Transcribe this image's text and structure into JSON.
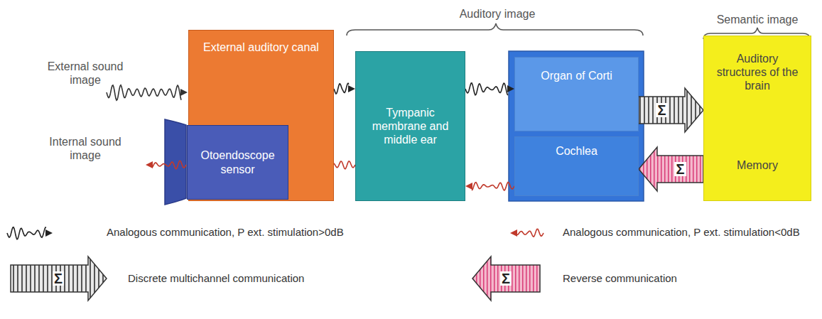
{
  "diagram": {
    "nodes": [
      {
        "text": [
          "External auditory canal"
        ]
      },
      {
        "text": [
          "Otoendoscope sensor"
        ],
        "in": 0
      },
      {
        "text": [
          "Tympanic membrane and middle ear"
        ]
      },
      {
        "text": [
          "Organ of Corti"
        ]
      },
      {
        "text": [
          "Cochlea"
        ]
      },
      {
        "text": [
          "Auditory structures of the brain",
          "Memory"
        ]
      }
    ],
    "edges": [
      {
        "from": 0,
        "to": 2,
        "arrow": "to"
      },
      {
        "from": 2,
        "to": 3,
        "arrow": "to"
      },
      {
        "from": 3,
        "to": 5,
        "arrow": "to",
        "label": "Σ"
      },
      {
        "from": 5,
        "to": 4,
        "arrow": "to",
        "label": "Σ"
      },
      {
        "from": 4,
        "to": 2,
        "arrow": "to"
      },
      {
        "from": 2,
        "to": 1,
        "arrow": "to"
      }
    ],
    "labels": [
      "Auditory image",
      "Semantic image",
      "External sound image",
      "Internal sound image",
      "Σ",
      "Σ"
    ],
    "legend": [
      {
        "text": "Analogous communication, P ext. stimulation>0dB"
      },
      {
        "text": "Analogous communication, P ext. stimulation<0dB"
      },
      {
        "text": "Discrete multichannel communication"
      },
      {
        "text": "Reverse communication"
      }
    ]
  }
}
